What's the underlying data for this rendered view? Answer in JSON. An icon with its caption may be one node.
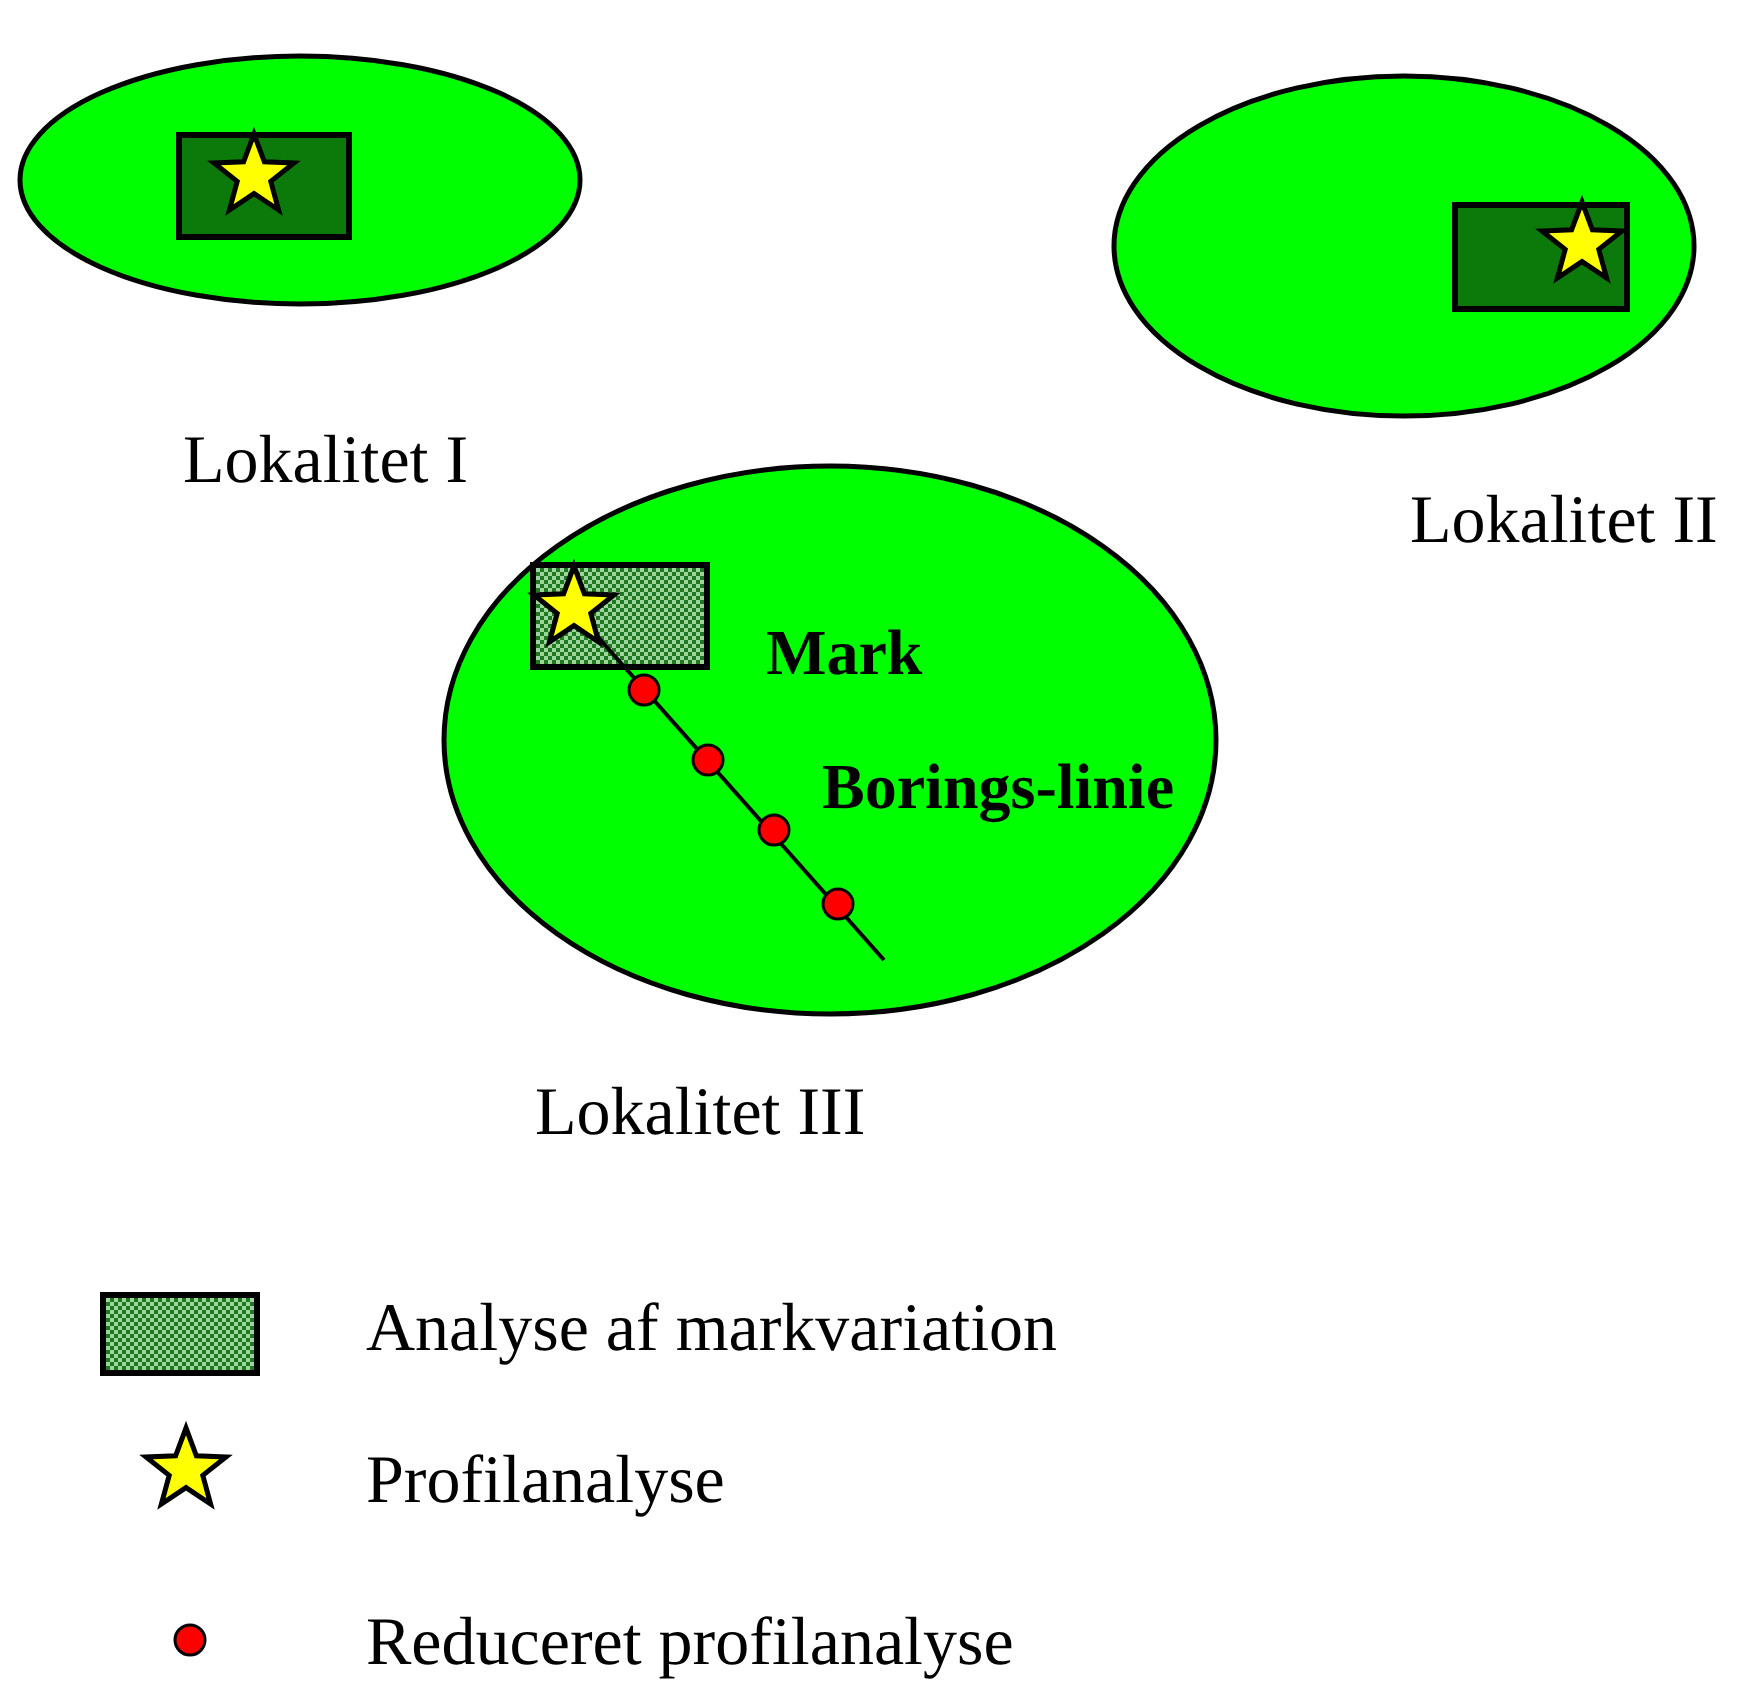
{
  "diagram": {
    "nodes": [
      {
        "text": [
          "Lokalitet I"
        ]
      },
      {
        "text": [],
        "shape": "box",
        "in": 0
      },
      {
        "text": [
          "Lokalitet II"
        ]
      },
      {
        "text": [],
        "shape": "box",
        "in": 2
      },
      {
        "text": [
          "Lokalitet III"
        ]
      },
      {
        "text": [],
        "shape": "box",
        "in": 4
      }
    ],
    "labels": [
      "Mark",
      "Borings-linie"
    ],
    "legend": [
      {
        "text": "Analyse af markvariation"
      },
      {
        "text": "Profilanalyse"
      },
      {
        "text": "Reduceret profilanalyse"
      }
    ]
  }
}
